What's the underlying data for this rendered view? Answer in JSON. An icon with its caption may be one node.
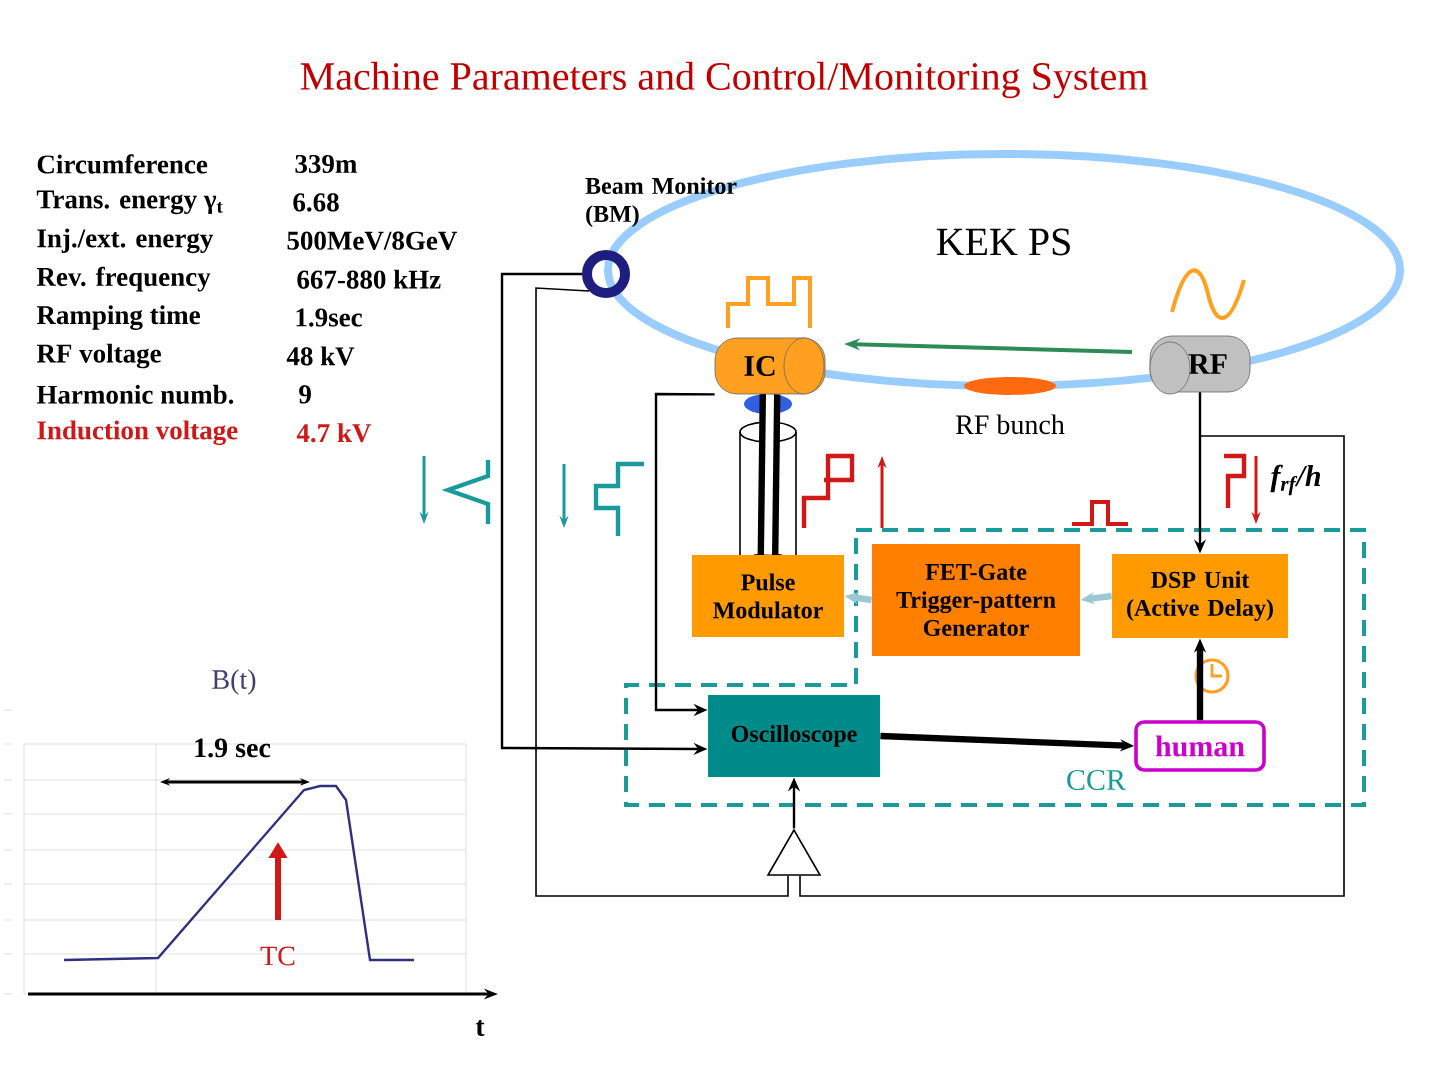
{
  "diagram": {
    "title": "Machine Parameters and Control/Monitoring System",
    "nodes": [
      {
        "text": [
          "Beam Monitor (BM)"
        ]
      },
      {
        "text": [
          "KEK PS"
        ]
      },
      {
        "text": [
          "IC"
        ]
      },
      {
        "text": [
          "RF"
        ]
      },
      {
        "text": [
          "RF bunch"
        ]
      },
      {
        "text": [
          "Pulse Modulator"
        ]
      },
      {
        "text": [
          "CCR"
        ]
      },
      {
        "text": [
          "FET-Gate Trigger-pattern Generator"
        ],
        "in": 6
      },
      {
        "text": [
          "DSP Unit (Active Delay)"
        ],
        "in": 6
      },
      {
        "text": [
          "Oscilloscope"
        ],
        "in": 6
      },
      {
        "text": [
          "human"
        ],
        "in": 6
      },
      {
        "text": [],
        "shape": "triangle"
      }
    ],
    "edges": [
      {
        "from": 0,
        "to": 9,
        "arrow": "to"
      },
      {
        "from": 0,
        "to": 11,
        "arrow": "none"
      },
      {
        "from": 2,
        "to": 9,
        "arrow": "to"
      },
      {
        "from": 3,
        "to": 8,
        "arrow": "to",
        "label": "f$_{rf}$/h"
      },
      {
        "from": 3,
        "to": 11,
        "arrow": "none"
      },
      {
        "from": 8,
        "to": 7,
        "arrow": "to",
        "style": "thick",
        "color": "#9cc8d4"
      },
      {
        "from": 7,
        "to": 5,
        "arrow": "to",
        "style": "thick",
        "color": "#9cc8d4"
      },
      {
        "from": 5,
        "to": 2,
        "arrow": "none",
        "style": "thick"
      },
      {
        "from": 9,
        "to": 10,
        "arrow": "to",
        "style": "thick"
      },
      {
        "from": 10,
        "to": 8,
        "arrow": "to",
        "style": "thick"
      },
      {
        "from": 11,
        "to": 9,
        "arrow": "to"
      }
    ],
    "labels": [
      "Circumference",
      "339m",
      "Trans. energy γ$_{t}$",
      "6.68",
      "Inj./ext. energy",
      "500MeV/8GeV",
      "Rev. frequency",
      "667-880 kHz",
      "Ramping time",
      "1.9sec",
      "RF voltage",
      "48 kV",
      "Harmonic numb.",
      "9",
      "Induction voltage",
      "4.7 kV",
      "B(t)",
      "1.9 sec",
      "TC",
      "t"
    ]
  }
}
